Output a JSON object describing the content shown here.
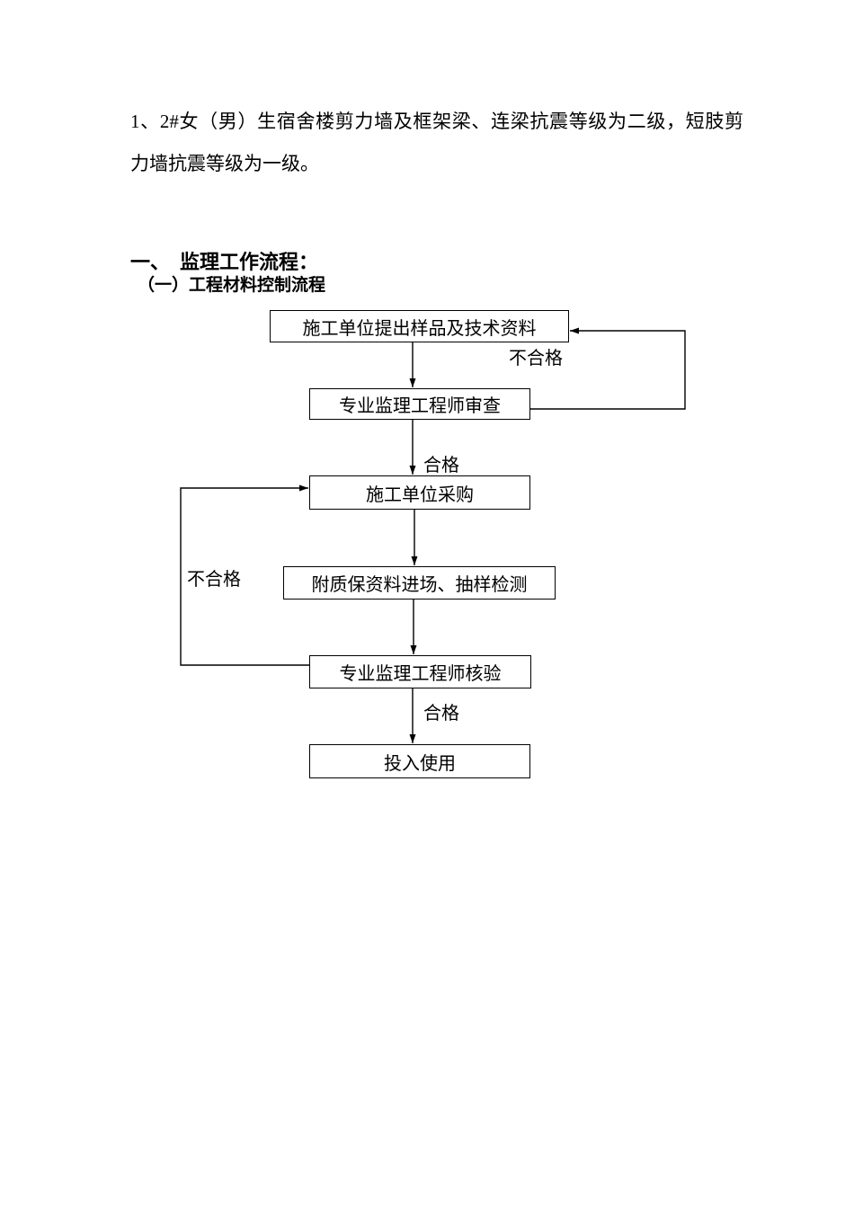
{
  "document": {
    "paragraph": "1、2#女（男）生宿舍楼剪力墙及框架梁、连梁抗震等级为二级，短肢剪力墙抗震等级为一级。",
    "section_heading": "一、　监理工作流程：",
    "sub_heading": "（一）工程材料控制流程"
  },
  "flowchart": {
    "name": "工程材料控制流程",
    "line_color": "#000000",
    "nodes": [
      {
        "id": "submit-samples",
        "label": "施工单位提出样品及技术资料"
      },
      {
        "id": "engineer-review",
        "label": "专业监理工程师审查"
      },
      {
        "id": "contractor-purchase",
        "label": "施工单位采购"
      },
      {
        "id": "incoming-inspection",
        "label": "附质保资料进场、抽样检测"
      },
      {
        "id": "engineer-verification",
        "label": "专业监理工程师核验"
      },
      {
        "id": "put-into-use",
        "label": "投入使用"
      }
    ],
    "edge_labels": {
      "fail_to_resubmit": "不合格",
      "pass_to_purchase": "合格",
      "fail_to_repurchase": "不合格",
      "pass_to_use": "合格"
    }
  }
}
